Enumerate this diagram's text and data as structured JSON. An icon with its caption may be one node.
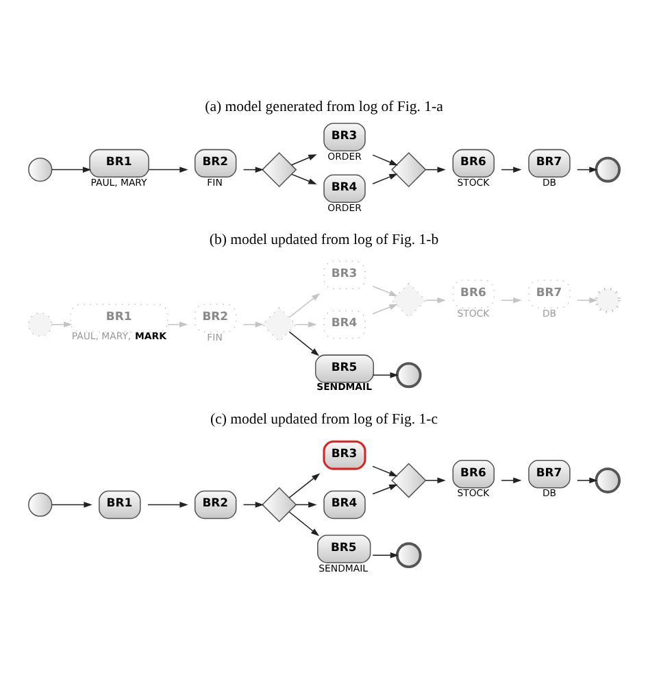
{
  "diagram": {
    "nodes": [
      {
        "text": [],
        "shape": "circle"
      },
      {
        "text": [
          "BR1"
        ],
        "beside": [
          "PAUL, MARY"
        ]
      },
      {
        "text": [
          "BR2"
        ],
        "beside": [
          "FIN"
        ]
      },
      {
        "text": [],
        "shape": "diamond"
      },
      {
        "text": [
          "BR3"
        ],
        "beside": [
          "ORDER"
        ]
      },
      {
        "text": [
          "BR4"
        ],
        "beside": [
          "ORDER"
        ]
      },
      {
        "text": [],
        "shape": "diamond"
      },
      {
        "text": [
          "BR6"
        ],
        "beside": [
          "STOCK"
        ]
      },
      {
        "text": [
          "BR7"
        ],
        "beside": [
          "DB"
        ]
      },
      {
        "text": [],
        "shape": "circle"
      },
      {
        "text": [],
        "shape": "circle"
      },
      {
        "text": [
          "BR1"
        ],
        "beside": [
          "PAUL, MARY, **MARK**"
        ]
      },
      {
        "text": [
          "BR2"
        ],
        "beside": [
          "FIN"
        ]
      },
      {
        "text": [],
        "shape": "diamond"
      },
      {
        "text": [
          "BR3"
        ]
      },
      {
        "text": [
          "BR4"
        ]
      },
      {
        "text": [],
        "shape": "diamond"
      },
      {
        "text": [
          "BR6"
        ],
        "beside": [
          "STOCK"
        ]
      },
      {
        "text": [
          "BR7"
        ],
        "beside": [
          "DB"
        ]
      },
      {
        "text": [],
        "shape": "circle"
      },
      {
        "text": [
          "BR5"
        ],
        "beside": [
          "SENDMAIL"
        ]
      },
      {
        "text": [],
        "shape": "circle"
      },
      {
        "text": [],
        "shape": "circle"
      },
      {
        "text": [
          "BR1"
        ]
      },
      {
        "text": [
          "BR2"
        ]
      },
      {
        "text": [],
        "shape": "diamond"
      },
      {
        "text": [
          "BR3"
        ]
      },
      {
        "text": [
          "BR4"
        ]
      },
      {
        "text": [],
        "shape": "diamond"
      },
      {
        "text": [
          "BR6"
        ],
        "beside": [
          "STOCK"
        ]
      },
      {
        "text": [
          "BR7"
        ],
        "beside": [
          "DB"
        ]
      },
      {
        "text": [],
        "shape": "circle"
      },
      {
        "text": [
          "BR5"
        ],
        "beside": [
          "SENDMAIL"
        ]
      },
      {
        "text": [],
        "shape": "circle"
      }
    ],
    "edges": [
      {
        "from": 0,
        "to": 1,
        "arrow": "to"
      },
      {
        "from": 1,
        "to": 2,
        "arrow": "to"
      },
      {
        "from": 2,
        "to": 3,
        "arrow": "to"
      },
      {
        "from": 3,
        "to": 4,
        "arrow": "to"
      },
      {
        "from": 3,
        "to": 5,
        "arrow": "to"
      },
      {
        "from": 4,
        "to": 6,
        "arrow": "to"
      },
      {
        "from": 5,
        "to": 6,
        "arrow": "to"
      },
      {
        "from": 6,
        "to": 7,
        "arrow": "to"
      },
      {
        "from": 7,
        "to": 8,
        "arrow": "to"
      },
      {
        "from": 8,
        "to": 9,
        "arrow": "to"
      },
      {
        "from": 10,
        "to": 11,
        "arrow": "to",
        "color": "#c4c4c4"
      },
      {
        "from": 11,
        "to": 12,
        "arrow": "to",
        "color": "#c4c4c4"
      },
      {
        "from": 12,
        "to": 13,
        "arrow": "to",
        "color": "#c4c4c4"
      },
      {
        "from": 13,
        "to": 14,
        "arrow": "to",
        "color": "#c4c4c4"
      },
      {
        "from": 13,
        "to": 15,
        "arrow": "to",
        "color": "#c4c4c4"
      },
      {
        "from": 14,
        "to": 16,
        "arrow": "to",
        "color": "#c4c4c4"
      },
      {
        "from": 15,
        "to": 16,
        "arrow": "to",
        "color": "#c4c4c4"
      },
      {
        "from": 16,
        "to": 17,
        "arrow": "to",
        "color": "#c4c4c4"
      },
      {
        "from": 17,
        "to": 18,
        "arrow": "to",
        "color": "#c4c4c4"
      },
      {
        "from": 18,
        "to": 19,
        "arrow": "to",
        "color": "#c4c4c4"
      },
      {
        "from": 13,
        "to": 20,
        "arrow": "to"
      },
      {
        "from": 20,
        "to": 21,
        "arrow": "to"
      },
      {
        "from": 22,
        "to": 23,
        "arrow": "to"
      },
      {
        "from": 23,
        "to": 24,
        "arrow": "to"
      },
      {
        "from": 24,
        "to": 25,
        "arrow": "to"
      },
      {
        "from": 25,
        "to": 26,
        "arrow": "to"
      },
      {
        "from": 25,
        "to": 27,
        "arrow": "to"
      },
      {
        "from": 26,
        "to": 28,
        "arrow": "to"
      },
      {
        "from": 27,
        "to": 28,
        "arrow": "to"
      },
      {
        "from": 28,
        "to": 29,
        "arrow": "to"
      },
      {
        "from": 29,
        "to": 30,
        "arrow": "to"
      },
      {
        "from": 30,
        "to": 31,
        "arrow": "to"
      },
      {
        "from": 25,
        "to": 32,
        "arrow": "to"
      },
      {
        "from": 32,
        "to": 33,
        "arrow": "to"
      }
    ],
    "labels": [
      "(a) model generated from log of Fig. 1-a",
      "(b) model updated from log of Fig. 1-b",
      "(c) model updated from log of Fig. 1-c"
    ]
  }
}
